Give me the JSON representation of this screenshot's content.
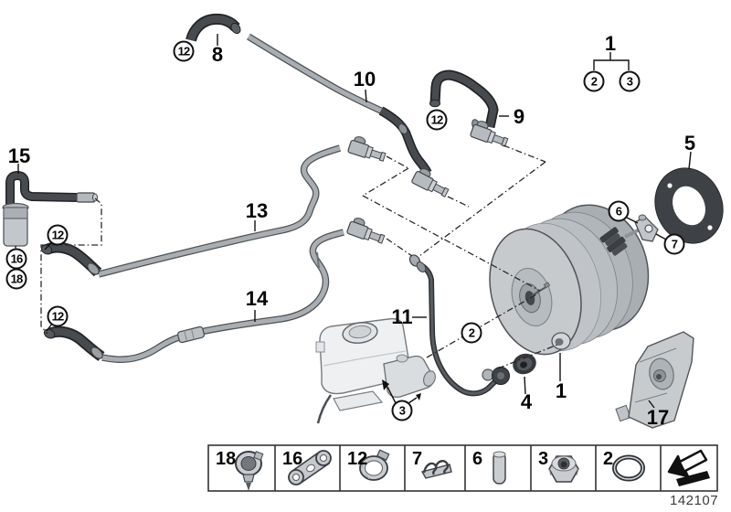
{
  "figure": {
    "part_number": "142107"
  },
  "labels": {
    "l15": "15",
    "l8": "8",
    "l10": "10",
    "l9": "9",
    "l13": "13",
    "l14": "14",
    "l11": "11",
    "l1_group": "1",
    "l5": "5",
    "l4": "4",
    "l1_main": "1",
    "l17": "17"
  },
  "circles": {
    "c12_hose8": "12",
    "c12_hose9": "12",
    "c12_left_upper": "12",
    "c12_left_lower": "12",
    "c16": "16",
    "c18": "18",
    "c2_group": "2",
    "c3_group": "3",
    "c6": "6",
    "c7": "7",
    "c2_mid": "2",
    "c3_reservoir": "3"
  },
  "legend": {
    "cells": [
      {
        "num": "18",
        "icon": "pipe-clamp-icon"
      },
      {
        "num": "16",
        "icon": "retaining-bracket-icon"
      },
      {
        "num": "12",
        "icon": "hose-clamp-icon"
      },
      {
        "num": "7",
        "icon": "spring-clip-icon"
      },
      {
        "num": "6",
        "icon": "clevis-pin-icon"
      },
      {
        "num": "3",
        "icon": "hex-nut-icon"
      },
      {
        "num": "2",
        "icon": "o-ring-icon"
      },
      {
        "num": "",
        "icon": "direction-arrow-icon"
      }
    ]
  },
  "colors": {
    "line_dark": "#212427",
    "hose_fill": "#474b4f",
    "pipe_fill": "#a9aeb2",
    "metal_light": "#c6cacd",
    "metal_mid": "#b3b8bc",
    "gasket_dark": "#3e4246",
    "callout": "#060606"
  }
}
